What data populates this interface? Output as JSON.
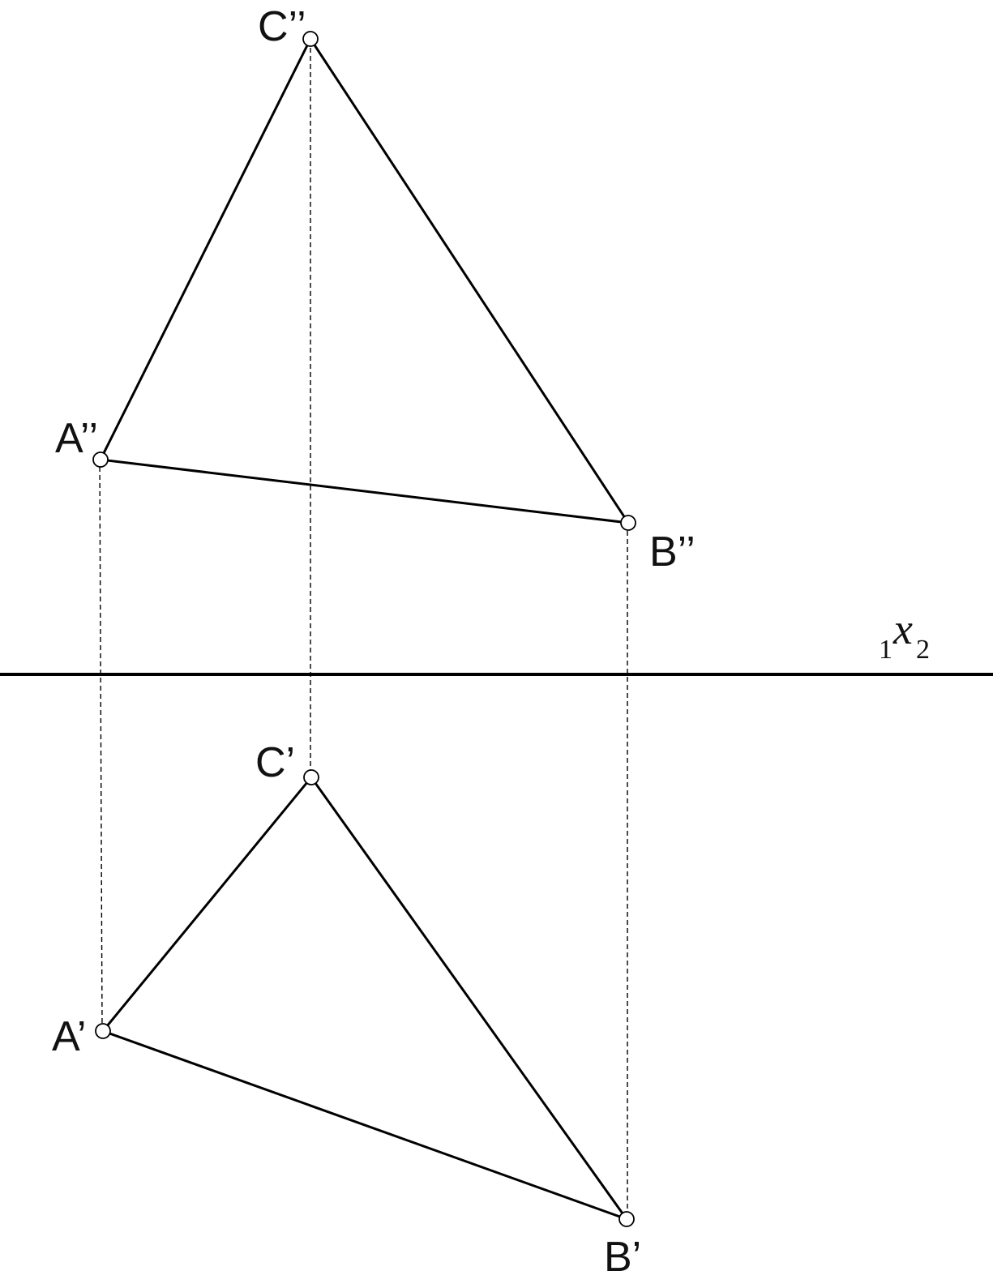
{
  "diagram": {
    "axis": {
      "letter": "x",
      "left_index": "1",
      "right_index": "2"
    },
    "frontal_view": {
      "A": "A’’",
      "B": "B’’",
      "C": "C’’"
    },
    "top_view": {
      "A": "A’",
      "B": "B’",
      "C": "C’"
    },
    "colors": {
      "line": "#000000",
      "point_fill": "#ffffff",
      "background": "#ffffff"
    }
  }
}
